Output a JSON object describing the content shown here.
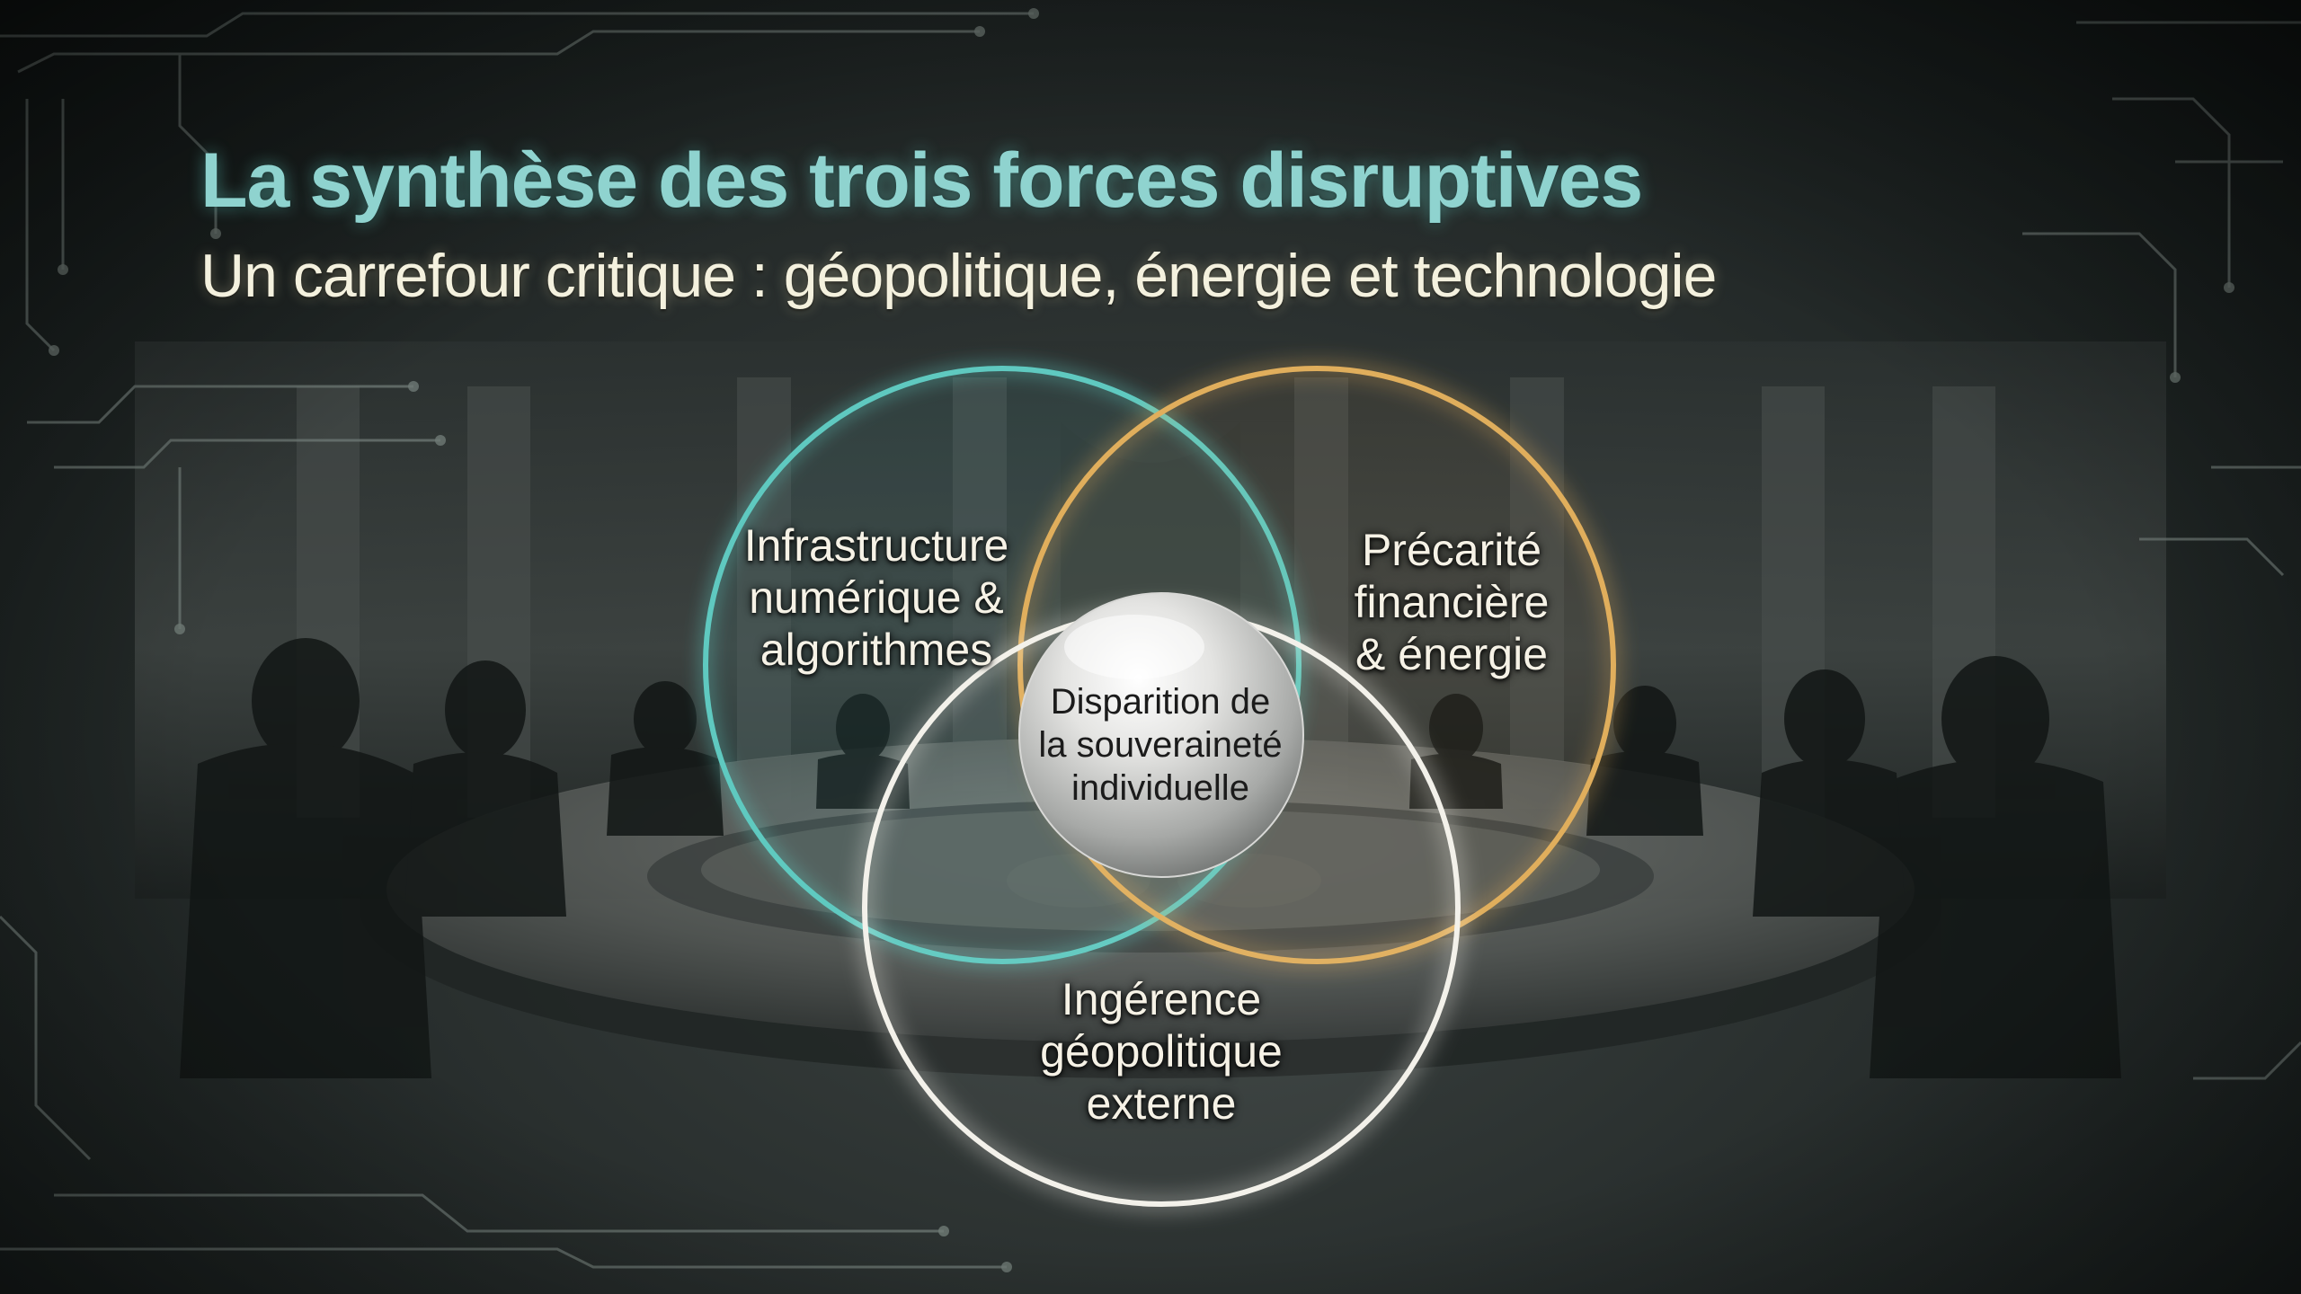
{
  "slide": {
    "title": "La synthèse des trois forces disruptives",
    "subtitle": "Un carrefour critique : géopolitique, énergie et technologie"
  },
  "venn": {
    "sets": [
      {
        "lines": [
          "Infrastructure",
          "numérique &",
          "algorithmes"
        ],
        "color": "#5ec9c0"
      },
      {
        "lines": [
          "Précarité",
          "financière",
          "& énergie"
        ],
        "color": "#e0ae5c"
      },
      {
        "lines": [
          "Ingérence",
          "géopolitique",
          "externe"
        ],
        "color": "#f3f1ea"
      }
    ],
    "center": {
      "lines": [
        "Disparition de",
        "la souveraineté",
        "individuelle"
      ]
    }
  },
  "colors": {
    "title": "#8fd3cf",
    "subtitle": "#f4f1de",
    "circuit": "#6f7a76"
  }
}
